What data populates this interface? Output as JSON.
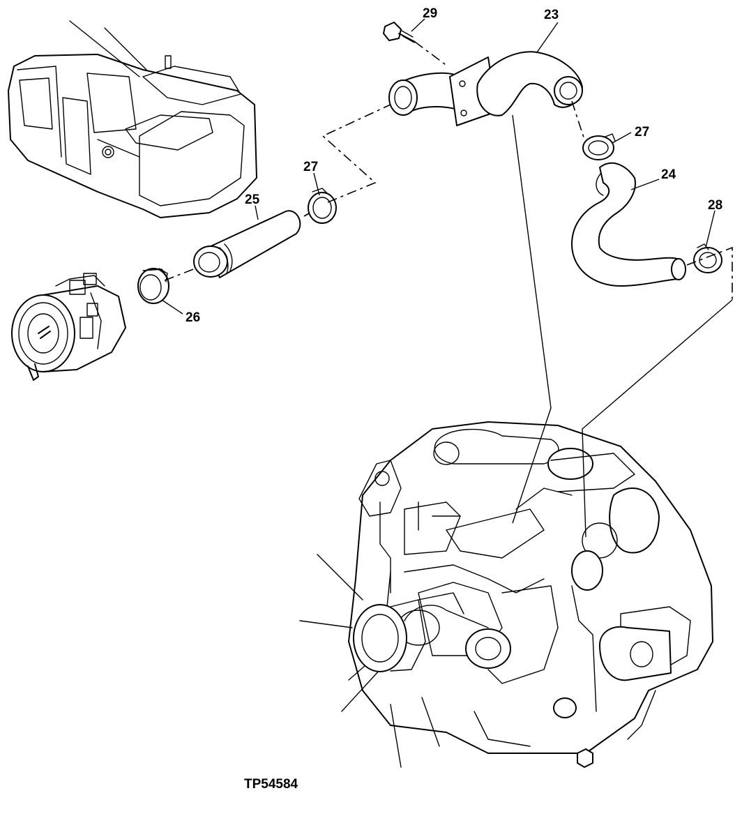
{
  "figure_id": "TP54584",
  "callouts": {
    "c23": "23",
    "c24": "24",
    "c25": "25",
    "c26": "26",
    "c27a": "27",
    "c27b": "27",
    "c28": "28",
    "c29": "29"
  }
}
